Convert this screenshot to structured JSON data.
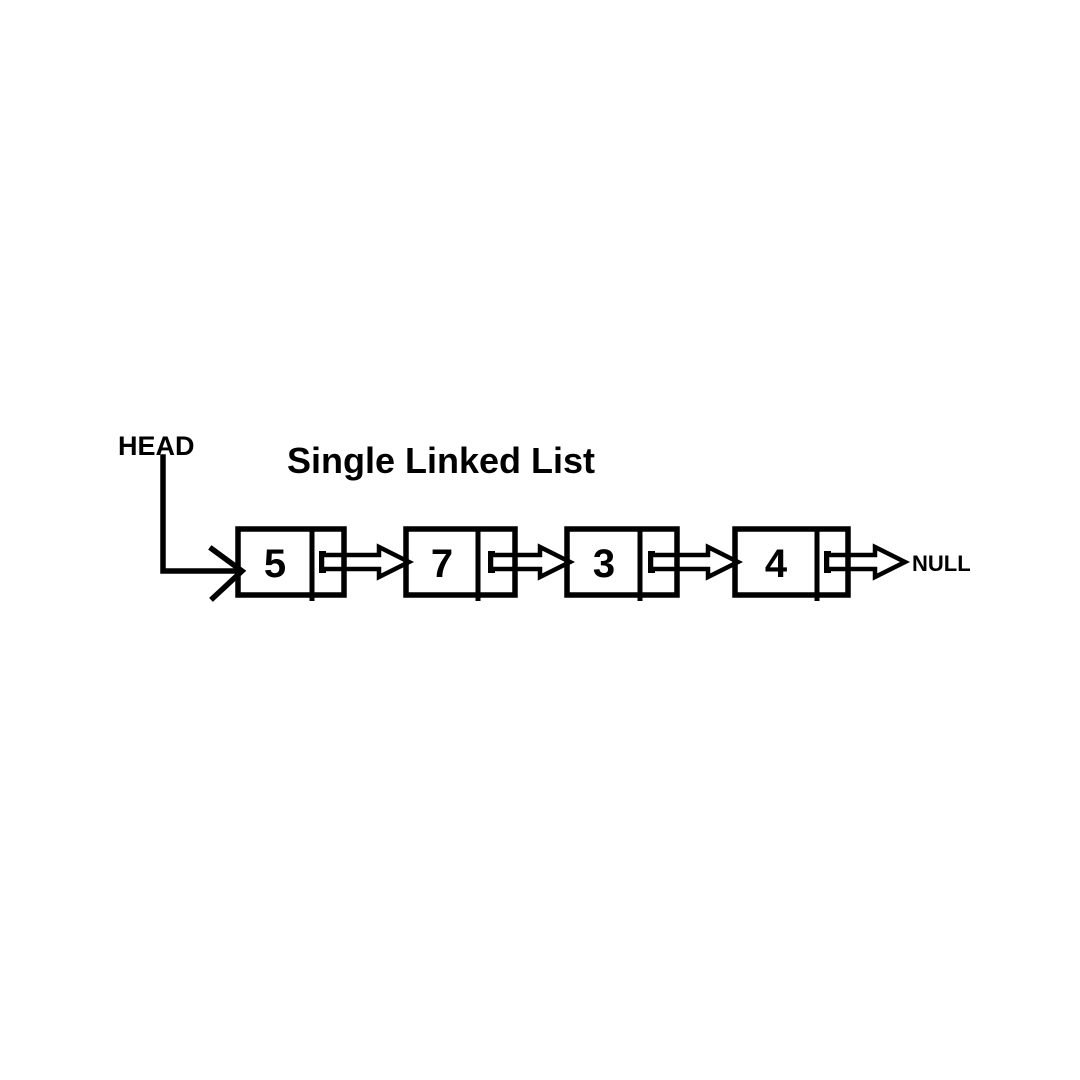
{
  "diagram": {
    "title": "Single Linked List",
    "head_label": "HEAD",
    "null_label": "NULL",
    "nodes": [
      {
        "value": "5"
      },
      {
        "value": "7"
      },
      {
        "value": "3"
      },
      {
        "value": "4"
      }
    ],
    "colors": {
      "stroke": "#000000",
      "background": "#ffffff",
      "arrow_fill": "#ffffff"
    }
  }
}
